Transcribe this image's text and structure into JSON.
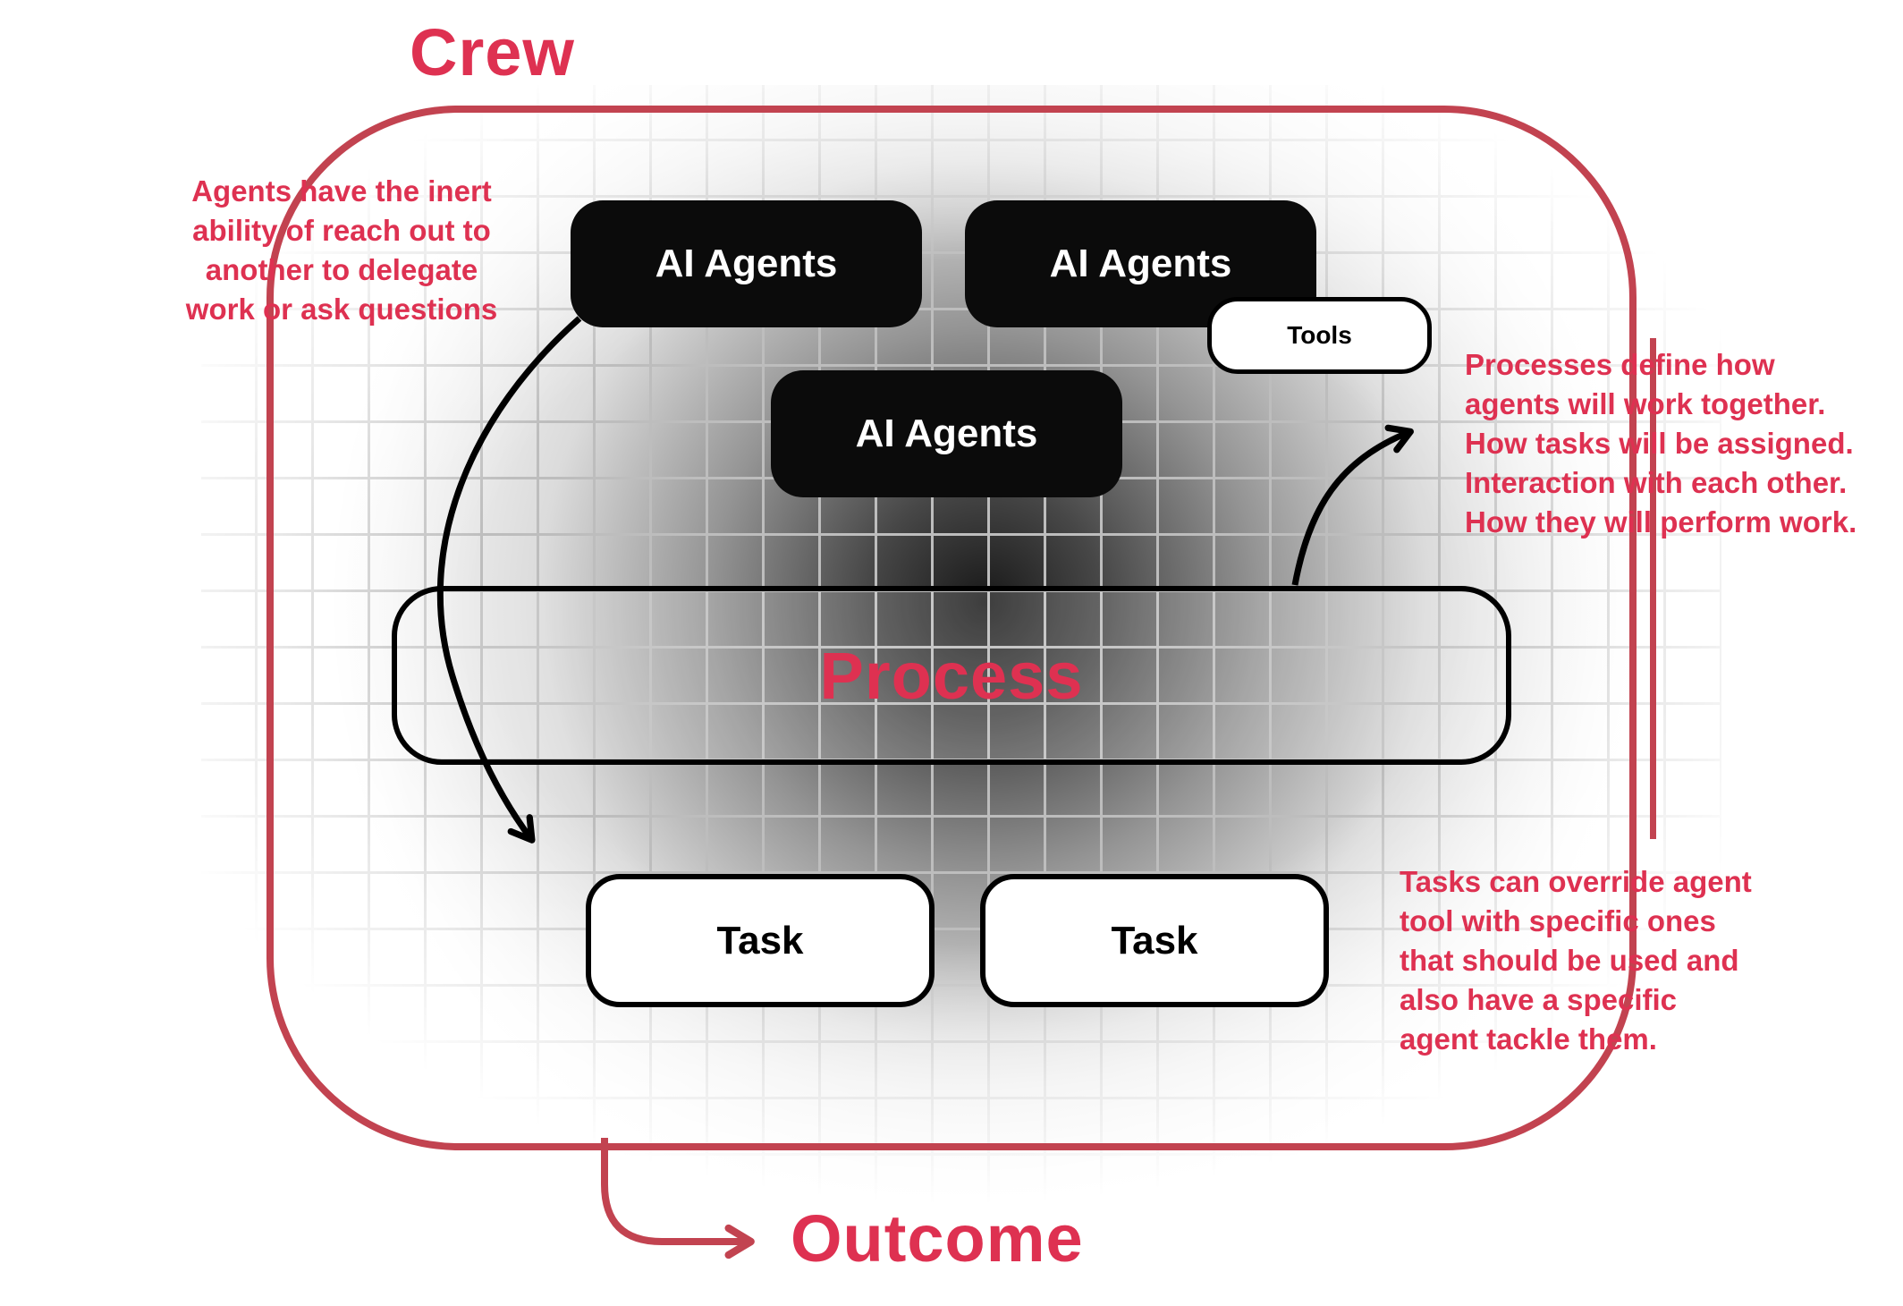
{
  "colors": {
    "accent": "#DE3151",
    "border": "#C24350",
    "agent_box": "#0B0B0B",
    "grid_line": "#BDBDBD"
  },
  "crew": {
    "label": "Crew"
  },
  "agents": {
    "box1": "AI Agents",
    "box2": "AI Agents",
    "box3": "AI Agents"
  },
  "tools": {
    "label": "Tools"
  },
  "process": {
    "label": "Process"
  },
  "tasks": {
    "task1": "Task",
    "task2": "Task"
  },
  "outcome": {
    "label": "Outcome"
  },
  "annotations": {
    "left": {
      "lines": [
        "Agents have the inert",
        "ability of reach out to",
        "another to delegate",
        "work or ask questions"
      ]
    },
    "right_top": {
      "lines": [
        "Processes define how",
        "agents will work together.",
        "How tasks will be assigned.",
        "Interaction with each other.",
        "How they will perform work."
      ]
    },
    "right_bottom": {
      "lines": [
        "Tasks can override agent",
        "tool with specific ones",
        "that should be used and",
        "also have a specific",
        "agent tackle them."
      ]
    }
  }
}
